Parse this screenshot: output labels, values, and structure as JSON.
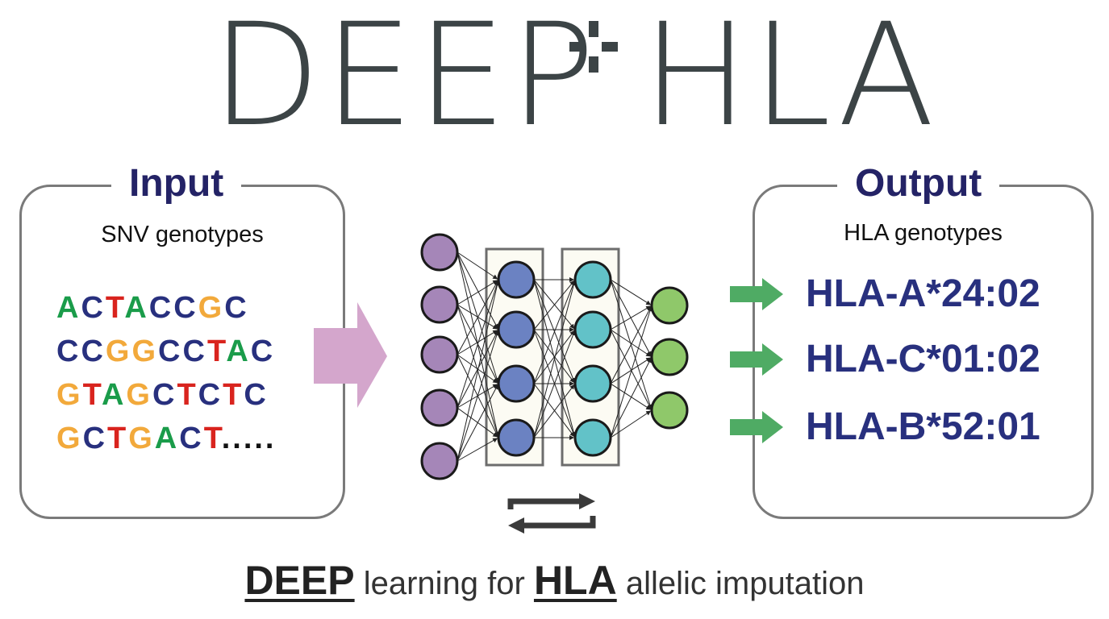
{
  "logo": {
    "left": "DEEP",
    "right": "HLA"
  },
  "input": {
    "title": "Input",
    "subtitle": "SNV genotypes",
    "sequence": [
      [
        "A",
        "C",
        "T",
        "A",
        "C",
        "C",
        "G",
        "C"
      ],
      [
        "C",
        "C",
        "G",
        "G",
        "C",
        "C",
        "T",
        "A",
        "C"
      ],
      [
        "G",
        "T",
        "A",
        "G",
        "C",
        "T",
        "C",
        "T",
        "C"
      ],
      [
        "G",
        "C",
        "T",
        "G",
        "A",
        "C",
        "T",
        "....."
      ]
    ]
  },
  "output": {
    "title": "Output",
    "subtitle": "HLA genotypes",
    "alleles": [
      "HLA-A*24:02",
      "HLA-C*01:02",
      "HLA-B*52:01"
    ]
  },
  "tagline": {
    "part1": "DEEP",
    "part2": " learning for ",
    "part3": "HLA",
    "part4": " allelic imputation"
  },
  "colors": {
    "A": "#1a9c4a",
    "C": "#28307e",
    "G": "#f2a93b",
    "T": "#d9241e",
    "input_nodes": "#a586b8",
    "hidden1_nodes": "#6b82c2",
    "hidden2_nodes": "#62c2c8",
    "output_nodes": "#8fc86a",
    "input_arrow": "#d4a6cc",
    "output_arrow": "#4fab64",
    "title": "#242366",
    "logo": "#3c4446"
  },
  "network": {
    "layers": [
      5,
      4,
      4,
      3
    ]
  }
}
